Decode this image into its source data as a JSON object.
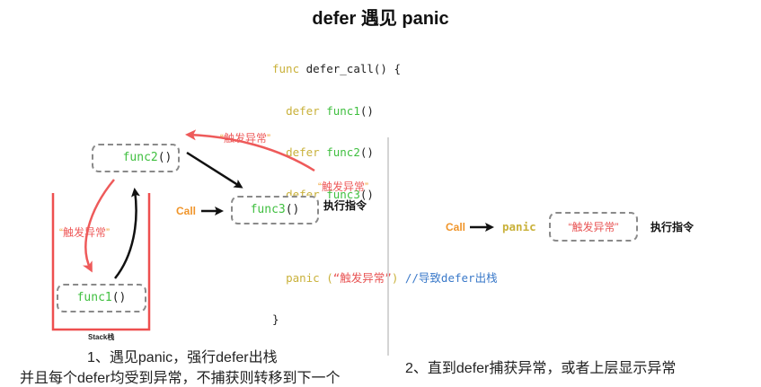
{
  "title": "defer 遇见 panic",
  "code": {
    "line1": {
      "kw": "func",
      "rest": " defer_call() {"
    },
    "defers": [
      {
        "kw": "defer",
        "fn": "func1",
        "parens": "()"
      },
      {
        "kw": "defer",
        "fn": "func2",
        "parens": "()"
      },
      {
        "kw": "defer",
        "fn": "func3",
        "parens": "()"
      }
    ],
    "panic_kw": "panic",
    "panic_open": " (",
    "panic_str": "“触发异常”",
    "panic_close": ")",
    "comment": " //导致defer出栈",
    "close": "}"
  },
  "left": {
    "func1": {
      "name": "func1",
      "parens": "()"
    },
    "func2": {
      "name": "func2",
      "parens": "()"
    },
    "func3": {
      "name": "func3",
      "parens": "()"
    },
    "trigger_label_q1": "“",
    "trigger_label_text": "触发异常",
    "trigger_label_q2": "”",
    "call_label": "Call",
    "exec_label": "执行指令",
    "stack_label": "Stack栈",
    "caption_line1": "1、遇见panic，强行defer出栈",
    "caption_line2": "并且每个defer均受到异常，不捕获则转移到下一个"
  },
  "right": {
    "call_label": "Call",
    "panic_label": "panic",
    "box_text": "“触发异常”",
    "exec_label": "执行指令",
    "caption": "2、直到defer捕获异常，或者上层显示异常"
  },
  "colors": {
    "stack_red": "#ee4f4f",
    "arrow_red": "#ee5a5a",
    "arrow_black": "#111111",
    "box_border": "#8a8a8a"
  }
}
